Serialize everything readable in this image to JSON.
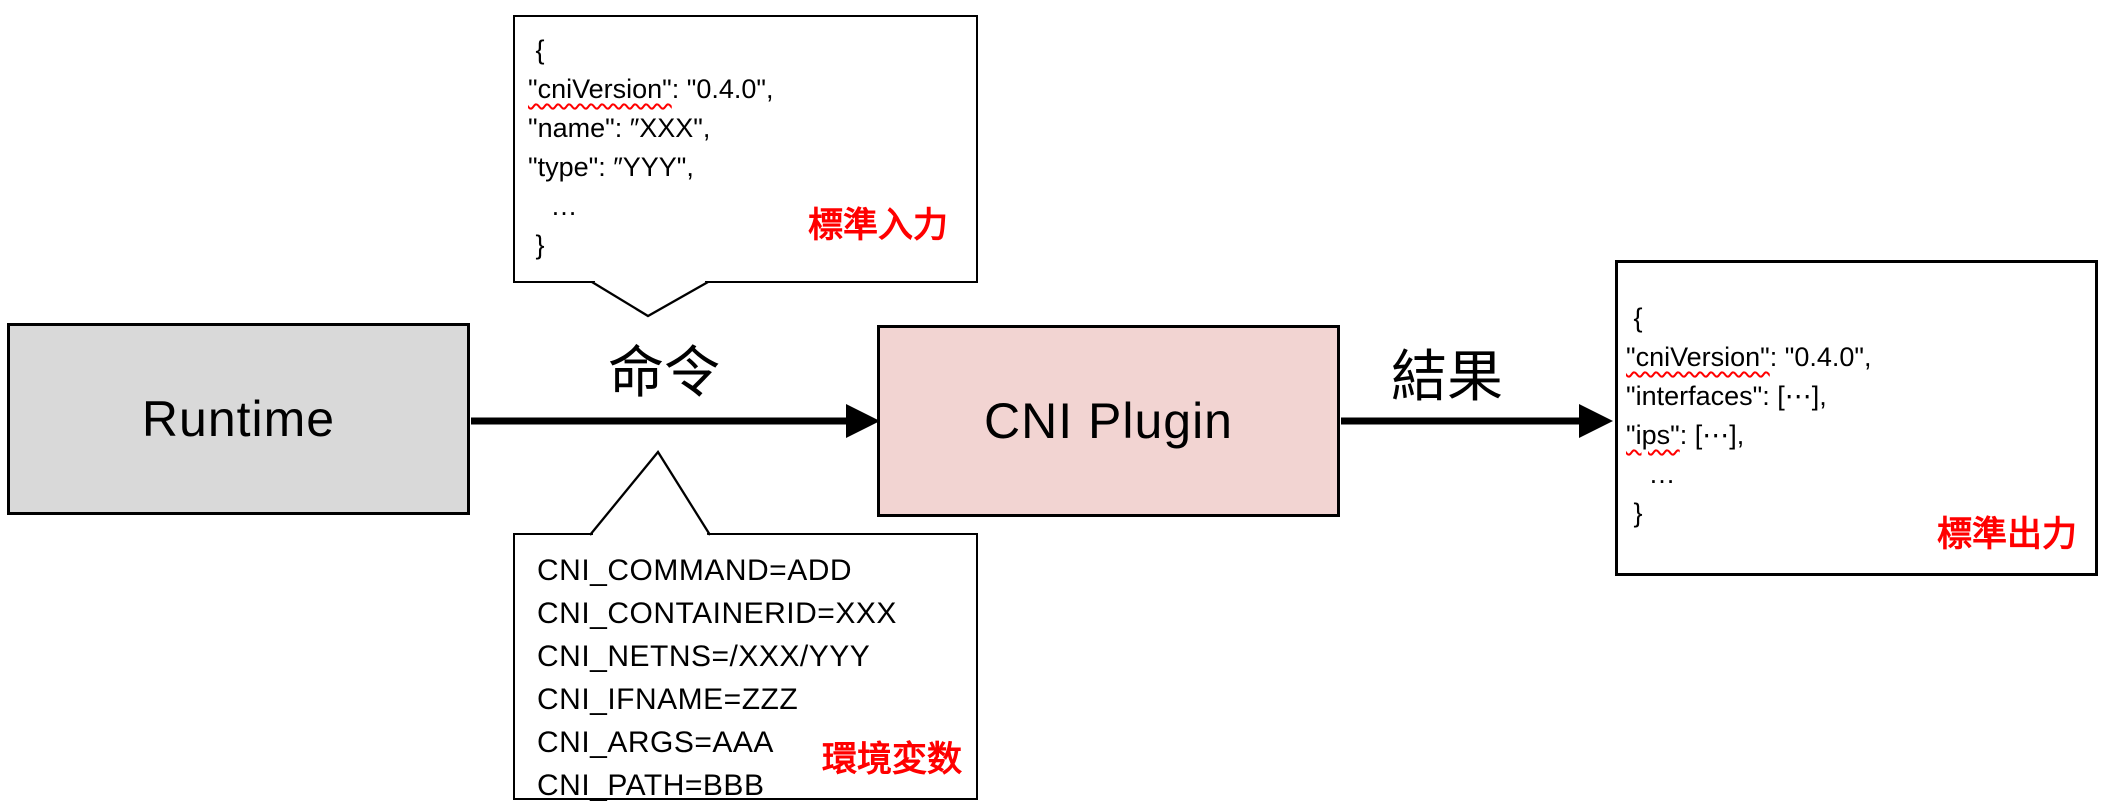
{
  "nodes": {
    "runtime": "Runtime",
    "plugin": "CNI Plugin"
  },
  "arrows": {
    "command": "命令",
    "result": "結果"
  },
  "stdin_bubble": {
    "lines": [
      " {",
      "\"cniVersion\": \"0.4.0\",",
      "\"name\": ″XXX\",",
      "\"type\": ″YYY\",",
      "   …",
      " }"
    ],
    "wavy_words": [
      "\"cniVersion\""
    ],
    "tag": "標準入力"
  },
  "env_bubble": {
    "lines": [
      "CNI_COMMAND=ADD",
      "CNI_CONTAINERID=XXX",
      "CNI_NETNS=/XXX/YYY",
      "CNI_IFNAME=ZZZ",
      "CNI_ARGS=AAA",
      "CNI_PATH=BBB"
    ],
    "wavy_words": [],
    "tag": "環境変数"
  },
  "stdout_box": {
    "lines": [
      " {",
      "\"cniVersion\": \"0.4.0\",",
      "\"interfaces\": [⋯],",
      "\"ips\": [⋯],",
      "   …",
      " }"
    ],
    "wavy_words": [
      "\"cniVersion\"",
      "\"ips\""
    ],
    "tag": "標準出力"
  },
  "colors": {
    "runtime_fill": "#d9d9d9",
    "plugin_fill": "#f2d4d2",
    "tag_red": "#ff0000",
    "stroke": "#000000"
  }
}
